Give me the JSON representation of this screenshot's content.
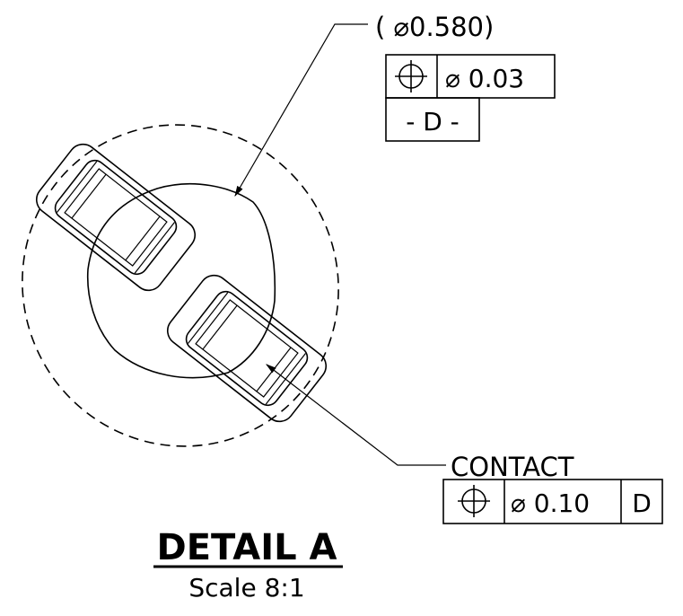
{
  "callout_top": {
    "basic_dimension": "( ⌀0.580)",
    "fcf": {
      "symbol": "position",
      "tolerance": "⌀ 0.03"
    },
    "datum_label": "- D -"
  },
  "callout_contact": {
    "label": "CONTACT",
    "fcf": {
      "symbol": "position",
      "tolerance": "⌀ 0.10",
      "datum": "D"
    }
  },
  "title": {
    "detail": "DETAIL A",
    "scale": "Scale 8:1"
  }
}
